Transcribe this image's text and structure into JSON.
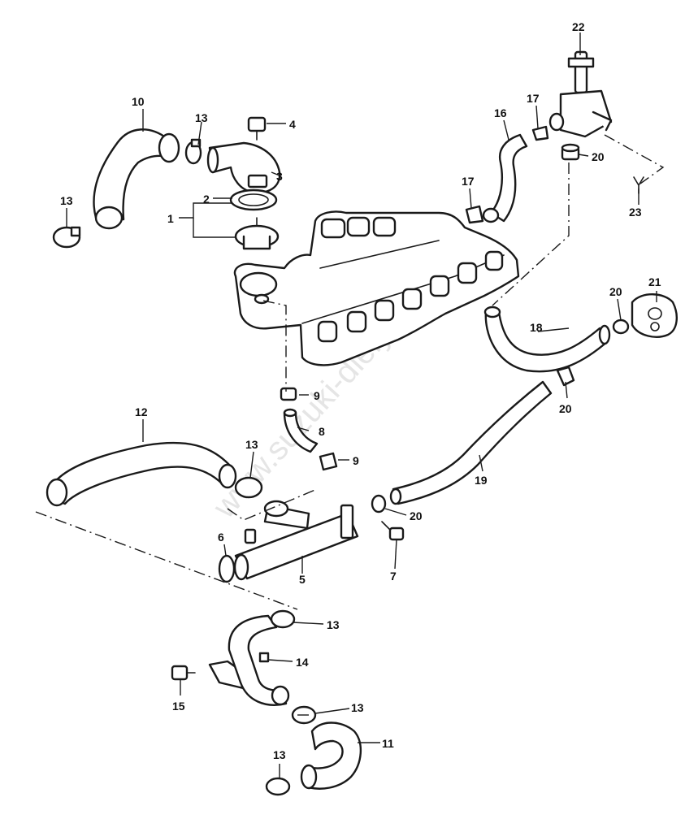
{
  "watermark": "www.suzuki-diely.sk",
  "callouts": {
    "c1": "1",
    "c2": "2",
    "c3": "3",
    "c4": "4",
    "c5": "5",
    "c6": "6",
    "c7": "7",
    "c8": "8",
    "c9a": "9",
    "c9b": "9",
    "c10": "10",
    "c11": "11",
    "c12": "12",
    "c13a": "13",
    "c13b": "13",
    "c13c": "13",
    "c13d": "13",
    "c13e": "13",
    "c13f": "13",
    "c14": "14",
    "c15": "15",
    "c16": "16",
    "c17a": "17",
    "c17b": "17",
    "c18": "18",
    "c19": "19",
    "c20a": "20",
    "c20b": "20",
    "c20c": "20",
    "c20d": "20",
    "c21": "21",
    "c22": "22",
    "c23": "23"
  },
  "colors": {
    "line": "#1a1a1a",
    "background": "#ffffff",
    "watermark": "#d4d4d4"
  }
}
